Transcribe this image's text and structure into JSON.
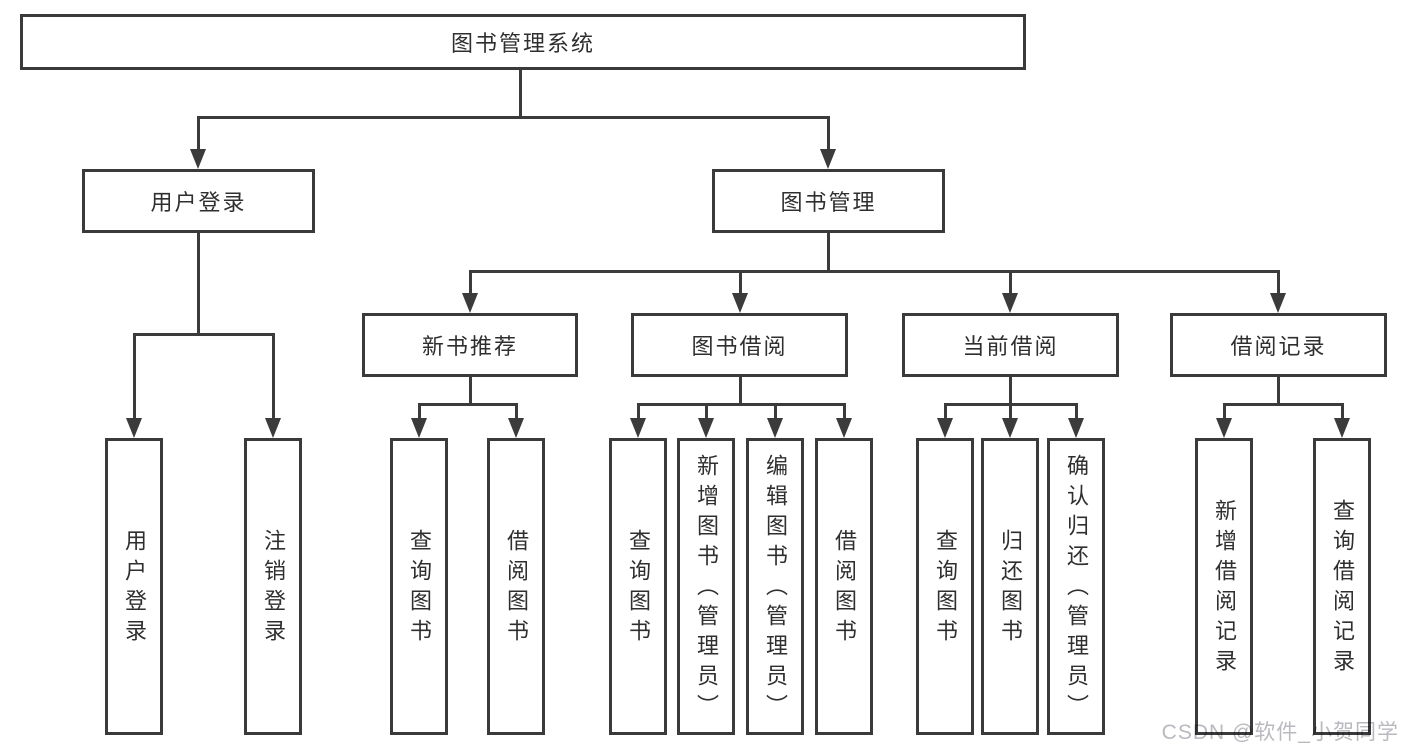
{
  "diagram": {
    "type": "hierarchy-flowchart",
    "watermark": "CSDN @软件_小贺同学",
    "colors": {
      "line": "#3b3b3b",
      "box_border": "#3a3a3a",
      "text": "#2f2f2f",
      "background": "#ffffff",
      "watermark": "#b9b9bf"
    },
    "tree": {
      "label": "图书管理系统",
      "children": [
        {
          "label": "用户登录",
          "children": [
            {
              "label": "用户登录"
            },
            {
              "label": "注销登录"
            }
          ]
        },
        {
          "label": "图书管理",
          "children": [
            {
              "label": "新书推荐",
              "children": [
                {
                  "label": "查询图书"
                },
                {
                  "label": "借阅图书"
                }
              ]
            },
            {
              "label": "图书借阅",
              "children": [
                {
                  "label": "查询图书"
                },
                {
                  "label": "新增图书（管理员）"
                },
                {
                  "label": "编辑图书（管理员）"
                },
                {
                  "label": "借阅图书"
                }
              ]
            },
            {
              "label": "当前借阅",
              "children": [
                {
                  "label": "查询图书"
                },
                {
                  "label": "归还图书"
                },
                {
                  "label": "确认归还（管理员）"
                }
              ]
            },
            {
              "label": "借阅记录",
              "children": [
                {
                  "label": "新增借阅记录"
                },
                {
                  "label": "查询借阅记录"
                }
              ]
            }
          ]
        }
      ]
    }
  }
}
